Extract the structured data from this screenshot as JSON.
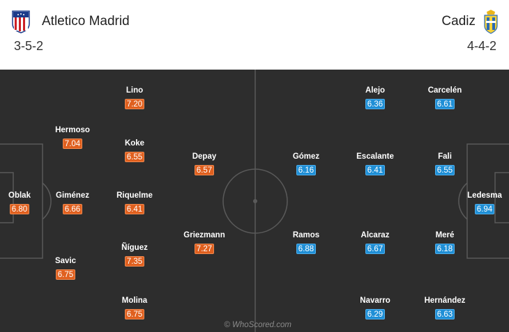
{
  "home": {
    "name": "Atletico Madrid",
    "formation": "3-5-2",
    "crest": "atletico-crest",
    "color": "#e0601f"
  },
  "away": {
    "name": "Cadiz",
    "formation": "4-4-2",
    "crest": "cadiz-crest",
    "color": "#1f8fd6"
  },
  "players": {
    "lino": {
      "name": "Lino",
      "rating": "7.20"
    },
    "hermoso": {
      "name": "Hermoso",
      "rating": "7.04"
    },
    "koke": {
      "name": "Koke",
      "rating": "6.55"
    },
    "depay": {
      "name": "Depay",
      "rating": "6.57"
    },
    "oblak": {
      "name": "Oblak",
      "rating": "6.80"
    },
    "gimenez": {
      "name": "Giménez",
      "rating": "6.66"
    },
    "riquelme": {
      "name": "Riquelme",
      "rating": "6.41"
    },
    "griezmann": {
      "name": "Griezmann",
      "rating": "7.27"
    },
    "niguez": {
      "name": "Ñíguez",
      "rating": "7.35"
    },
    "savic": {
      "name": "Savic",
      "rating": "6.75"
    },
    "molina": {
      "name": "Molina",
      "rating": "6.75"
    },
    "alejo": {
      "name": "Alejo",
      "rating": "6.36"
    },
    "carcelen": {
      "name": "Carcelén",
      "rating": "6.61"
    },
    "gomez": {
      "name": "Gómez",
      "rating": "6.16"
    },
    "escalante": {
      "name": "Escalante",
      "rating": "6.41"
    },
    "fali": {
      "name": "Fali",
      "rating": "6.55"
    },
    "ledesma": {
      "name": "Ledesma",
      "rating": "6.94"
    },
    "ramos": {
      "name": "Ramos",
      "rating": "6.88"
    },
    "alcaraz": {
      "name": "Alcaraz",
      "rating": "6.67"
    },
    "mere": {
      "name": "Meré",
      "rating": "6.18"
    },
    "navarro": {
      "name": "Navarro",
      "rating": "6.29"
    },
    "hernandez": {
      "name": "Hernández",
      "rating": "6.63"
    }
  },
  "watermark": "© WhoScored.com"
}
